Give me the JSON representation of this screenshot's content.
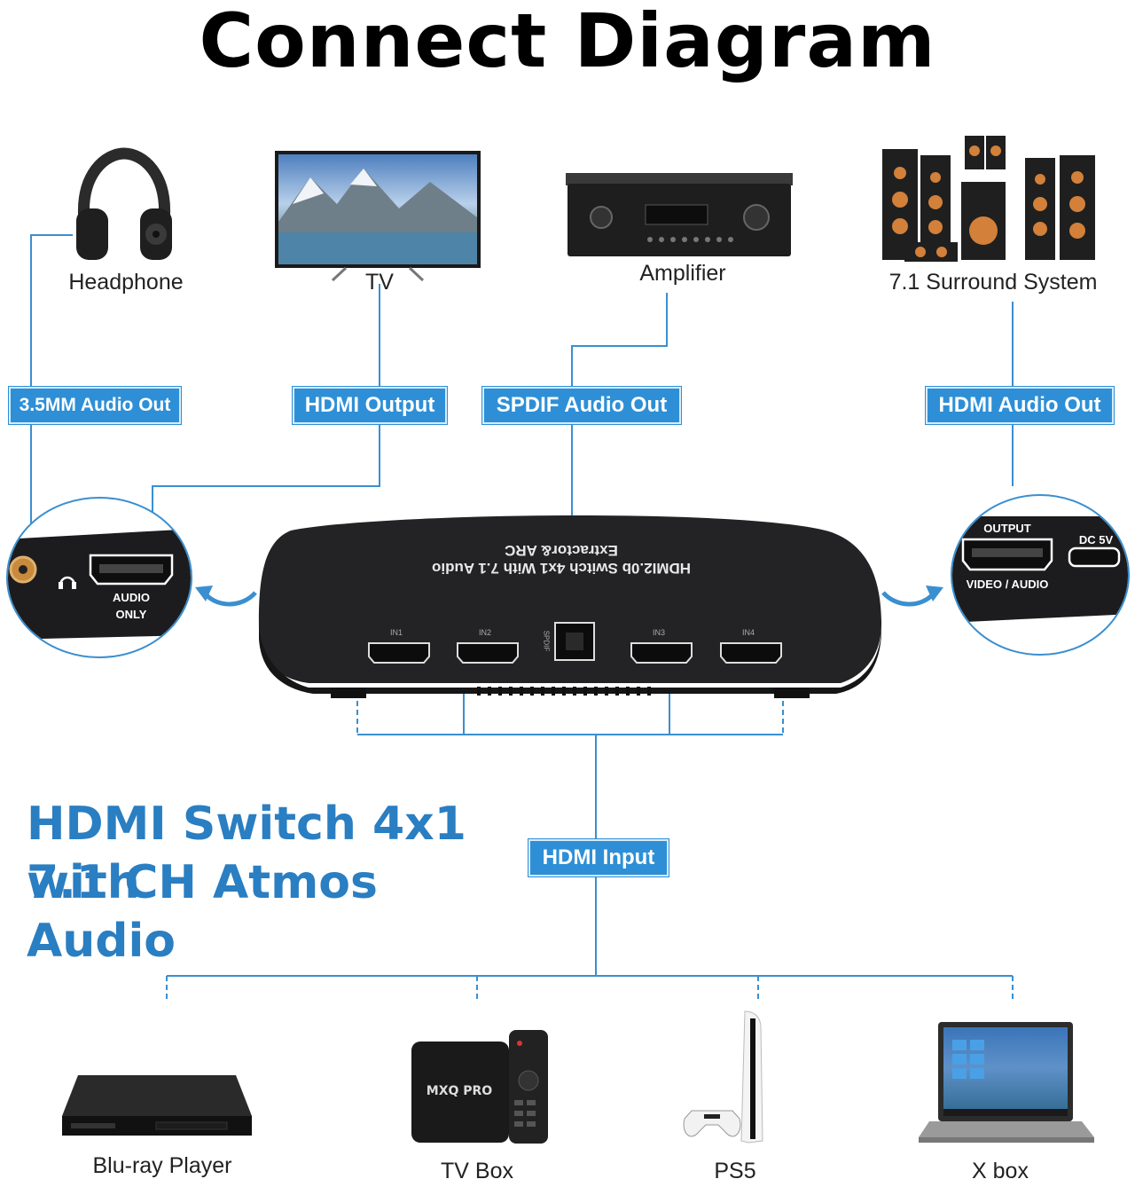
{
  "title": "Connect Diagram",
  "outputs": [
    {
      "name": "Headphone",
      "port_tag": "3.5MM Audio Out"
    },
    {
      "name": "TV",
      "port_tag": "HDMI Output"
    },
    {
      "name": "Amplifier",
      "port_tag": "SPDIF Audio Out"
    },
    {
      "name": "7.1 Surround System",
      "port_tag": "HDMI Audio Out"
    }
  ],
  "input_tag": "HDMI Input",
  "headline": {
    "line1": "HDMI Switch 4x1 with",
    "line2": "7.1 CH Atmos Audio"
  },
  "sources": [
    {
      "name": "Blu-ray Player"
    },
    {
      "name": "TV Box"
    },
    {
      "name": "PS5"
    },
    {
      "name": "X box"
    }
  ],
  "device": {
    "label_line1": "HDMI2.0b Switch 4x1 With 7.1 Audio",
    "label_line2": "Extractor& ARC",
    "ports": [
      "IN1",
      "IN2",
      "SPDIF",
      "IN3",
      "IN4"
    ]
  },
  "left_zoom": {
    "audio_only_1": "AUDIO",
    "audio_only_2": "ONLY"
  },
  "right_zoom": {
    "output": "OUTPUT",
    "dc": "DC 5V",
    "video_audio": "VIDEO / AUDIO"
  },
  "tvbox_brand": "MXQ PRO",
  "colors": {
    "accent": "#2e8fd6",
    "headline": "#2a7ec2",
    "line": "#3a8fd0",
    "device": "#1c1c1e"
  }
}
